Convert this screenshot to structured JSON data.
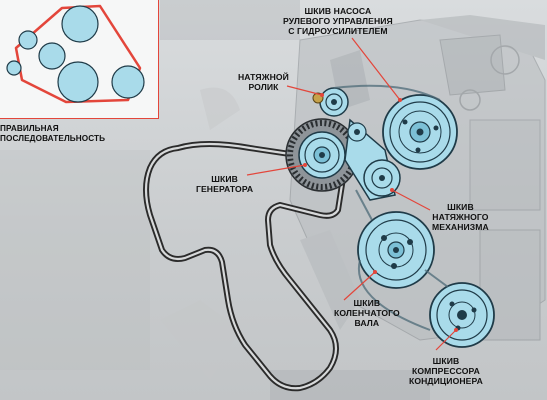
{
  "inset": {
    "caption_line1": "ПРАВИЛЬНАЯ",
    "caption_line2": "ПОСЛЕДОВАТЕЛЬНОСТЬ"
  },
  "labels": {
    "power_steering": {
      "line1": "ШКИВ НАСОСА",
      "line2": "РУЛЕВОГО УПРАВЛЕНИЯ",
      "line3": "С ГИДРОУСИЛИТЕЛЕМ"
    },
    "tension_roller": {
      "line1": "НАТЯЖНОЙ",
      "line2": "РОЛИК"
    },
    "generator": {
      "line1": "ШКИВ",
      "line2": "ГЕНЕРАТОРА"
    },
    "tensioner": {
      "line1": "ШКИВ",
      "line2": "НАТЯЖНОГО",
      "line3": "МЕХАНИЗМА"
    },
    "crankshaft": {
      "line1": "ШКИВ",
      "line2": "КОЛЕНЧАТОГО",
      "line3": "ВАЛА"
    },
    "ac_compressor": {
      "line1": "ШКИВ",
      "line2": "КОМПРЕССОРА",
      "line3": "КОНДИЦИОНЕРА"
    }
  },
  "colors": {
    "pulley_fill": "#a9dbea",
    "pulley_stroke": "#1f3b48",
    "inset_belt": "#e3463b",
    "callout_line": "#e3463b",
    "belt": "#2b2b2b"
  }
}
